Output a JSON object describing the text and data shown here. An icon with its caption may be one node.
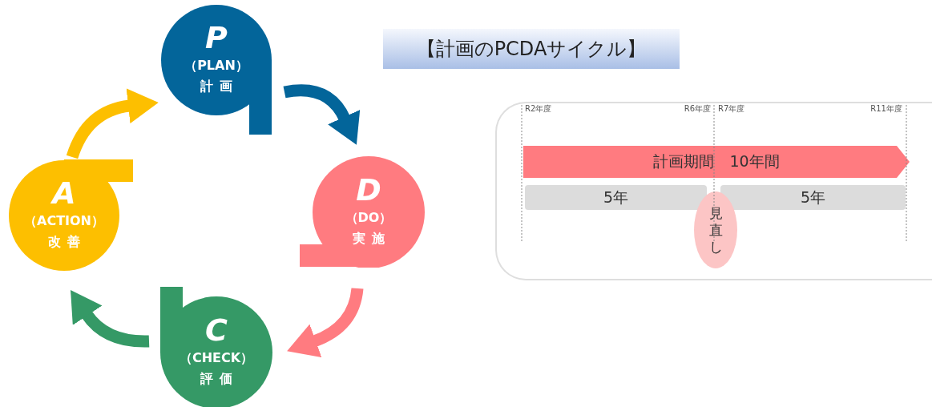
{
  "diagram": {
    "title": "【計画のPCDAサイクル】",
    "nodes": [
      {
        "text": [
          "P",
          "（PLAN）",
          "計画"
        ]
      },
      {
        "text": [
          "D",
          "（DO）",
          "実施"
        ]
      },
      {
        "text": [
          "C",
          "（CHECK）",
          "評価"
        ]
      },
      {
        "text": [
          "A",
          "（ACTION）",
          "改善"
        ]
      },
      {
        "text": [],
        "shape": "box"
      },
      {
        "text": [
          "計画期間　10年間"
        ],
        "in": 4
      },
      {
        "text": [
          "5年"
        ],
        "in": 4
      },
      {
        "text": [
          "5年"
        ],
        "in": 4
      },
      {
        "text": [
          "見直し"
        ],
        "in": 4
      }
    ],
    "edges": [
      {
        "from": 0,
        "to": 1,
        "arrow": "to",
        "color": "#03659a"
      },
      {
        "from": 1,
        "to": 2,
        "arrow": "to",
        "color": "#ff7b80"
      },
      {
        "from": 2,
        "to": 3,
        "arrow": "to",
        "color": "#359966"
      },
      {
        "from": 3,
        "to": 0,
        "arrow": "to",
        "color": "#fdbf00"
      }
    ],
    "labels": [
      "R2年度",
      "R6年度",
      "R7年度",
      "R11年度"
    ]
  }
}
